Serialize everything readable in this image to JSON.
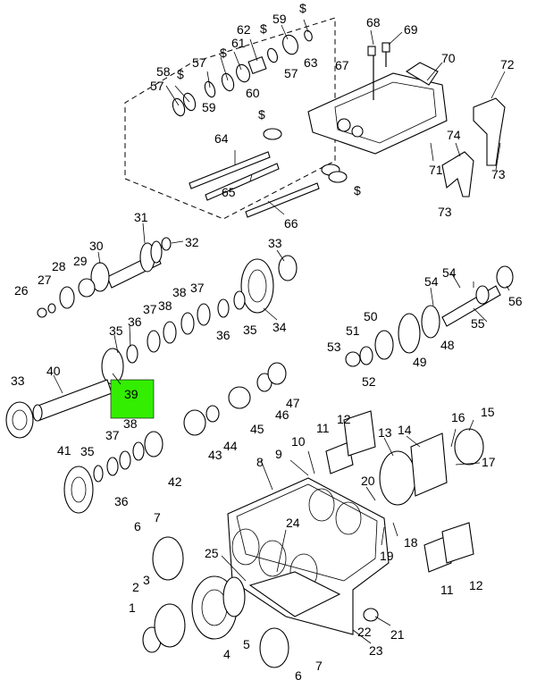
{
  "callouts": [
    {
      "id": "c58",
      "label": "58"
    },
    {
      "id": "c57a",
      "label": "57"
    },
    {
      "id": "c57b",
      "label": "57"
    },
    {
      "id": "c57c",
      "label": "57"
    },
    {
      "id": "c59a",
      "label": "59"
    },
    {
      "id": "c59b",
      "label": "59"
    },
    {
      "id": "c60",
      "label": "60"
    },
    {
      "id": "c61",
      "label": "61"
    },
    {
      "id": "c62",
      "label": "62"
    },
    {
      "id": "c63",
      "label": "63"
    },
    {
      "id": "c64",
      "label": "64"
    },
    {
      "id": "c65",
      "label": "65"
    },
    {
      "id": "c66",
      "label": "66"
    },
    {
      "id": "c67",
      "label": "67"
    },
    {
      "id": "c68",
      "label": "68"
    },
    {
      "id": "c69",
      "label": "69"
    },
    {
      "id": "c70",
      "label": "70"
    },
    {
      "id": "c71",
      "label": "71"
    },
    {
      "id": "c72",
      "label": "72"
    },
    {
      "id": "c73a",
      "label": "73"
    },
    {
      "id": "c73b",
      "label": "73"
    },
    {
      "id": "c74",
      "label": "74"
    },
    {
      "id": "c31",
      "label": "31"
    },
    {
      "id": "c32",
      "label": "32"
    },
    {
      "id": "c30",
      "label": "30"
    },
    {
      "id": "c29",
      "label": "29"
    },
    {
      "id": "c28",
      "label": "28"
    },
    {
      "id": "c27",
      "label": "27"
    },
    {
      "id": "c26",
      "label": "26"
    },
    {
      "id": "c33a",
      "label": "33"
    },
    {
      "id": "c33b",
      "label": "33"
    },
    {
      "id": "c34",
      "label": "34"
    },
    {
      "id": "c35a",
      "label": "35"
    },
    {
      "id": "c35b",
      "label": "35"
    },
    {
      "id": "c35c",
      "label": "35"
    },
    {
      "id": "c36a",
      "label": "36"
    },
    {
      "id": "c36b",
      "label": "36"
    },
    {
      "id": "c36c",
      "label": "36"
    },
    {
      "id": "c37a",
      "label": "37"
    },
    {
      "id": "c37b",
      "label": "37"
    },
    {
      "id": "c37c",
      "label": "37"
    },
    {
      "id": "c38a",
      "label": "38"
    },
    {
      "id": "c38b",
      "label": "38"
    },
    {
      "id": "c38c",
      "label": "38"
    },
    {
      "id": "c39",
      "label": "39"
    },
    {
      "id": "c40",
      "label": "40"
    },
    {
      "id": "c41",
      "label": "41"
    },
    {
      "id": "c42",
      "label": "42"
    },
    {
      "id": "c43",
      "label": "43"
    },
    {
      "id": "c44",
      "label": "44"
    },
    {
      "id": "c45",
      "label": "45"
    },
    {
      "id": "c46",
      "label": "46"
    },
    {
      "id": "c47",
      "label": "47"
    },
    {
      "id": "c48",
      "label": "48"
    },
    {
      "id": "c49",
      "label": "49"
    },
    {
      "id": "c50",
      "label": "50"
    },
    {
      "id": "c51",
      "label": "51"
    },
    {
      "id": "c52",
      "label": "52"
    },
    {
      "id": "c53",
      "label": "53"
    },
    {
      "id": "c54a",
      "label": "54"
    },
    {
      "id": "c54b",
      "label": "54"
    },
    {
      "id": "c55",
      "label": "55"
    },
    {
      "id": "c56",
      "label": "56"
    },
    {
      "id": "c1",
      "label": "1"
    },
    {
      "id": "c2",
      "label": "2"
    },
    {
      "id": "c3",
      "label": "3"
    },
    {
      "id": "c4",
      "label": "4"
    },
    {
      "id": "c5",
      "label": "5"
    },
    {
      "id": "c6a",
      "label": "6"
    },
    {
      "id": "c6b",
      "label": "6"
    },
    {
      "id": "c7a",
      "label": "7"
    },
    {
      "id": "c7b",
      "label": "7"
    },
    {
      "id": "c8",
      "label": "8"
    },
    {
      "id": "c9",
      "label": "9"
    },
    {
      "id": "c10",
      "label": "10"
    },
    {
      "id": "c11a",
      "label": "11"
    },
    {
      "id": "c11b",
      "label": "11"
    },
    {
      "id": "c12a",
      "label": "12"
    },
    {
      "id": "c12b",
      "label": "12"
    },
    {
      "id": "c13",
      "label": "13"
    },
    {
      "id": "c14",
      "label": "14"
    },
    {
      "id": "c15",
      "label": "15"
    },
    {
      "id": "c16",
      "label": "16"
    },
    {
      "id": "c17",
      "label": "17"
    },
    {
      "id": "c18",
      "label": "18"
    },
    {
      "id": "c19",
      "label": "19"
    },
    {
      "id": "c20",
      "label": "20"
    },
    {
      "id": "c21",
      "label": "21"
    },
    {
      "id": "c22",
      "label": "22"
    },
    {
      "id": "c23",
      "label": "23"
    },
    {
      "id": "c24",
      "label": "24"
    },
    {
      "id": "c25",
      "label": "25"
    },
    {
      "id": "cS1",
      "label": "$"
    },
    {
      "id": "cS2",
      "label": "$"
    },
    {
      "id": "cS3",
      "label": "$"
    },
    {
      "id": "cS4",
      "label": "$"
    },
    {
      "id": "cS5",
      "label": "$"
    },
    {
      "id": "cS6",
      "label": "$"
    }
  ],
  "highlight": {
    "label": "39",
    "color": "#33ee00"
  }
}
